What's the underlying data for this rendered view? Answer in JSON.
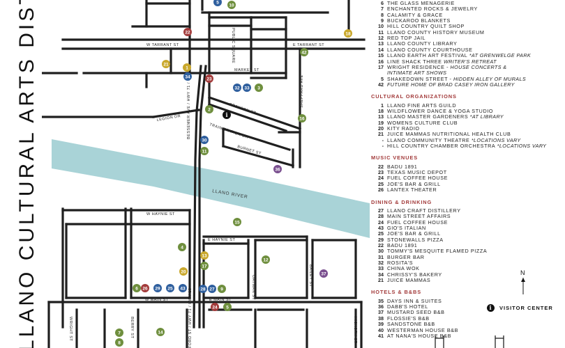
{
  "title": "LLANO CULTURAL ARTS DISTRICT",
  "colors": {
    "river": "#a9d3d7",
    "road": "#1f1f1f",
    "heading": "#a23a3a",
    "marker_green": "#6f8f3e",
    "marker_yellow": "#c9a82c",
    "marker_blue": "#2f5f9e",
    "marker_red": "#a33b3b",
    "marker_purple": "#7a4f8f"
  },
  "streets": {
    "w_tarrant": "W TARRANT ST",
    "e_tarrant": "E TARRANT ST",
    "market": "MARKET ST",
    "public_square": "PUBLIC SQUARE",
    "sheppard": "SHEPPARD AVE",
    "grayson": "GRAYSON ST",
    "train_station": "TRAIN STATION DR",
    "legion": "LEGION DR",
    "burnet": "BURNET ST",
    "bessemer": "BESSEMER AVE / HWY 71 / HWY 16",
    "w_haynie": "W HAYNIE ST",
    "e_haynie": "E HAYNIE ST",
    "ford": "FORD ST / HWY 71 / HWY 16",
    "oatman": "OATMAN ST",
    "bailey": "BAILEY ST",
    "w_main": "W MAIN ST",
    "e_main": "E MAIN ST",
    "wright": "WRIGHT ST",
    "berry": "BERRY ST",
    "hickory": "HICKORY ST"
  },
  "river_label": "LLANO RIVER",
  "visitor_center": {
    "icon": "i",
    "label": "VISITOR CENTER"
  },
  "north_label": "N",
  "legend": {
    "top_entries": [
      {
        "num": "6",
        "name": "THE GLASS MENAGERIE",
        "note": ""
      },
      {
        "num": "7",
        "name": "ENCHANTED ROCKS & JEWELRY",
        "note": ""
      },
      {
        "num": "8",
        "name": "CALAMITY & GRACE",
        "note": ""
      },
      {
        "num": "9",
        "name": "BUCKAROO BLANKETS",
        "note": ""
      },
      {
        "num": "10",
        "name": "HILL COUNTRY QUILT SHOP",
        "note": ""
      },
      {
        "num": "11",
        "name": "LLANO COUNTY HISTORY MUSEUM",
        "note": ""
      },
      {
        "num": "12",
        "name": "RED TOP JAIL",
        "note": ""
      },
      {
        "num": "13",
        "name": "LLANO COUNTY LIBRARY",
        "note": ""
      },
      {
        "num": "14",
        "name": "LLANO COUNTY COURTHOUSE",
        "note": ""
      },
      {
        "num": "15",
        "name": "LLANO EARTH ART FESTIVAL",
        "note": "*AT GRENWELGE PARK"
      },
      {
        "num": "16",
        "name": "LINE SHACK THREE",
        "note": "WRITER'S RETREAT"
      },
      {
        "num": "17",
        "name": "WRIGHT RESIDENCE -",
        "note": "HOUSE CONCERTS &"
      },
      {
        "num": "",
        "name": "",
        "note": "INTIMATE ART SHOWS"
      },
      {
        "num": "5",
        "name": "SHAKEDOWN STREET -",
        "note": "HIDDEN ALLEY OF MURALS"
      },
      {
        "num": "42",
        "name": "",
        "note": "FUTURE HOME OF BRAD CASEY IRON GALLERY"
      }
    ],
    "sections": [
      {
        "heading": "CULTURAL ORGANIZATIONS",
        "entries": [
          {
            "num": "1",
            "name": "LLANO FINE ARTS GUILD",
            "note": ""
          },
          {
            "num": "18",
            "name": "WILDFLOWER DANCE & YOGA STUDIO",
            "note": ""
          },
          {
            "num": "13",
            "name": "LLANO MASTER GARDENERS",
            "note": "*AT LIBRARY"
          },
          {
            "num": "19",
            "name": "WOMENS CULTURE CLUB",
            "note": ""
          },
          {
            "num": "20",
            "name": "KITY RADIO",
            "note": ""
          },
          {
            "num": "21",
            "name": "JUICE MAMMAS NUTRITIONAL HEALTH CLUB",
            "note": ""
          },
          {
            "num": "-",
            "name": "LLANO COMMUNITY THEATRE",
            "note": "*LOCATIONS VARY"
          },
          {
            "num": "-",
            "name": "HILL COUNTRY CHAMBER ORCHESTRA",
            "note": "*LOCATIONS VARY"
          }
        ]
      },
      {
        "heading": "MUSIC VENUES",
        "entries": [
          {
            "num": "22",
            "name": "BADU 1891",
            "note": ""
          },
          {
            "num": "23",
            "name": "TEXAS MUSIC DEPOT",
            "note": ""
          },
          {
            "num": "24",
            "name": "FUEL COFFEE HOUSE",
            "note": ""
          },
          {
            "num": "25",
            "name": "JOE'S BAR & GRILL",
            "note": ""
          },
          {
            "num": "26",
            "name": "LANTEX THEATER",
            "note": ""
          }
        ]
      },
      {
        "heading": "DINING & DRINKING",
        "entries": [
          {
            "num": "27",
            "name": "LLANO CRAFT DISTILLERY",
            "note": ""
          },
          {
            "num": "28",
            "name": "MAIN STREET AFFAIRS",
            "note": ""
          },
          {
            "num": "24",
            "name": "FUEL COFFEE HOUSE",
            "note": ""
          },
          {
            "num": "43",
            "name": "GIO'S ITALIAN",
            "note": ""
          },
          {
            "num": "25",
            "name": "JOE'S BAR & GRILL",
            "note": ""
          },
          {
            "num": "29",
            "name": "STONEWALLS PIZZA",
            "note": ""
          },
          {
            "num": "22",
            "name": "BADU 1891",
            "note": ""
          },
          {
            "num": "30",
            "name": "TOMMY'S MESQUITE FLAMED PIZZA",
            "note": ""
          },
          {
            "num": "31",
            "name": "BURGER BAR",
            "note": ""
          },
          {
            "num": "32",
            "name": "ROSITA'S",
            "note": ""
          },
          {
            "num": "33",
            "name": "CHINA WOK",
            "note": ""
          },
          {
            "num": "34",
            "name": "CHRISSY'S BAKERY",
            "note": ""
          },
          {
            "num": "21",
            "name": "JUICE MAMMAS",
            "note": ""
          }
        ]
      },
      {
        "heading": "HOTELS & B&BS",
        "entries": [
          {
            "num": "35",
            "name": "DAYS INN & SUITES",
            "note": ""
          },
          {
            "num": "36",
            "name": "DABB'S HOTEL",
            "note": ""
          },
          {
            "num": "37",
            "name": "MUSTARD SEED B&B",
            "note": ""
          },
          {
            "num": "38",
            "name": "FLOSSIE'S B&B",
            "note": ""
          },
          {
            "num": "39",
            "name": "SANDSTONE B&B",
            "note": ""
          },
          {
            "num": "40",
            "name": "WESTERMAN HOUSE B&B",
            "note": ""
          },
          {
            "num": "41",
            "name": "AT NANA'S HOUSE B&B",
            "note": ""
          }
        ]
      }
    ]
  },
  "markers": [
    {
      "label": "10",
      "color": "green"
    },
    {
      "label": "5",
      "color": "blue"
    },
    {
      "label": "22",
      "color": "red"
    },
    {
      "label": "18",
      "color": "yellow"
    },
    {
      "label": "42",
      "color": "green"
    },
    {
      "label": "21",
      "color": "yellow"
    },
    {
      "label": "1",
      "color": "yellow"
    },
    {
      "label": "34",
      "color": "blue"
    },
    {
      "label": "23",
      "color": "red"
    },
    {
      "label": "32",
      "color": "blue"
    },
    {
      "label": "33",
      "color": "blue"
    },
    {
      "label": "3",
      "color": "green"
    },
    {
      "label": "2",
      "color": "green"
    },
    {
      "label": "16",
      "color": "green"
    },
    {
      "label": "30",
      "color": "blue"
    },
    {
      "label": "11",
      "color": "green"
    },
    {
      "label": "36",
      "color": "purple"
    },
    {
      "label": "15",
      "color": "green"
    },
    {
      "label": "4",
      "color": "green"
    },
    {
      "label": "13",
      "color": "yellow"
    },
    {
      "label": "12",
      "color": "green"
    },
    {
      "label": "17",
      "color": "green"
    },
    {
      "label": "20",
      "color": "yellow"
    },
    {
      "label": "37",
      "color": "purple"
    },
    {
      "label": "6",
      "color": "green"
    },
    {
      "label": "26",
      "color": "red"
    },
    {
      "label": "29",
      "color": "blue"
    },
    {
      "label": "25",
      "color": "blue"
    },
    {
      "label": "43",
      "color": "blue"
    },
    {
      "label": "28",
      "color": "blue"
    },
    {
      "label": "27",
      "color": "blue"
    },
    {
      "label": "9",
      "color": "green"
    },
    {
      "label": "24",
      "color": "red"
    },
    {
      "label": "5",
      "color": "green"
    },
    {
      "label": "14",
      "color": "green"
    },
    {
      "label": "7",
      "color": "green"
    },
    {
      "label": "8",
      "color": "green"
    }
  ]
}
